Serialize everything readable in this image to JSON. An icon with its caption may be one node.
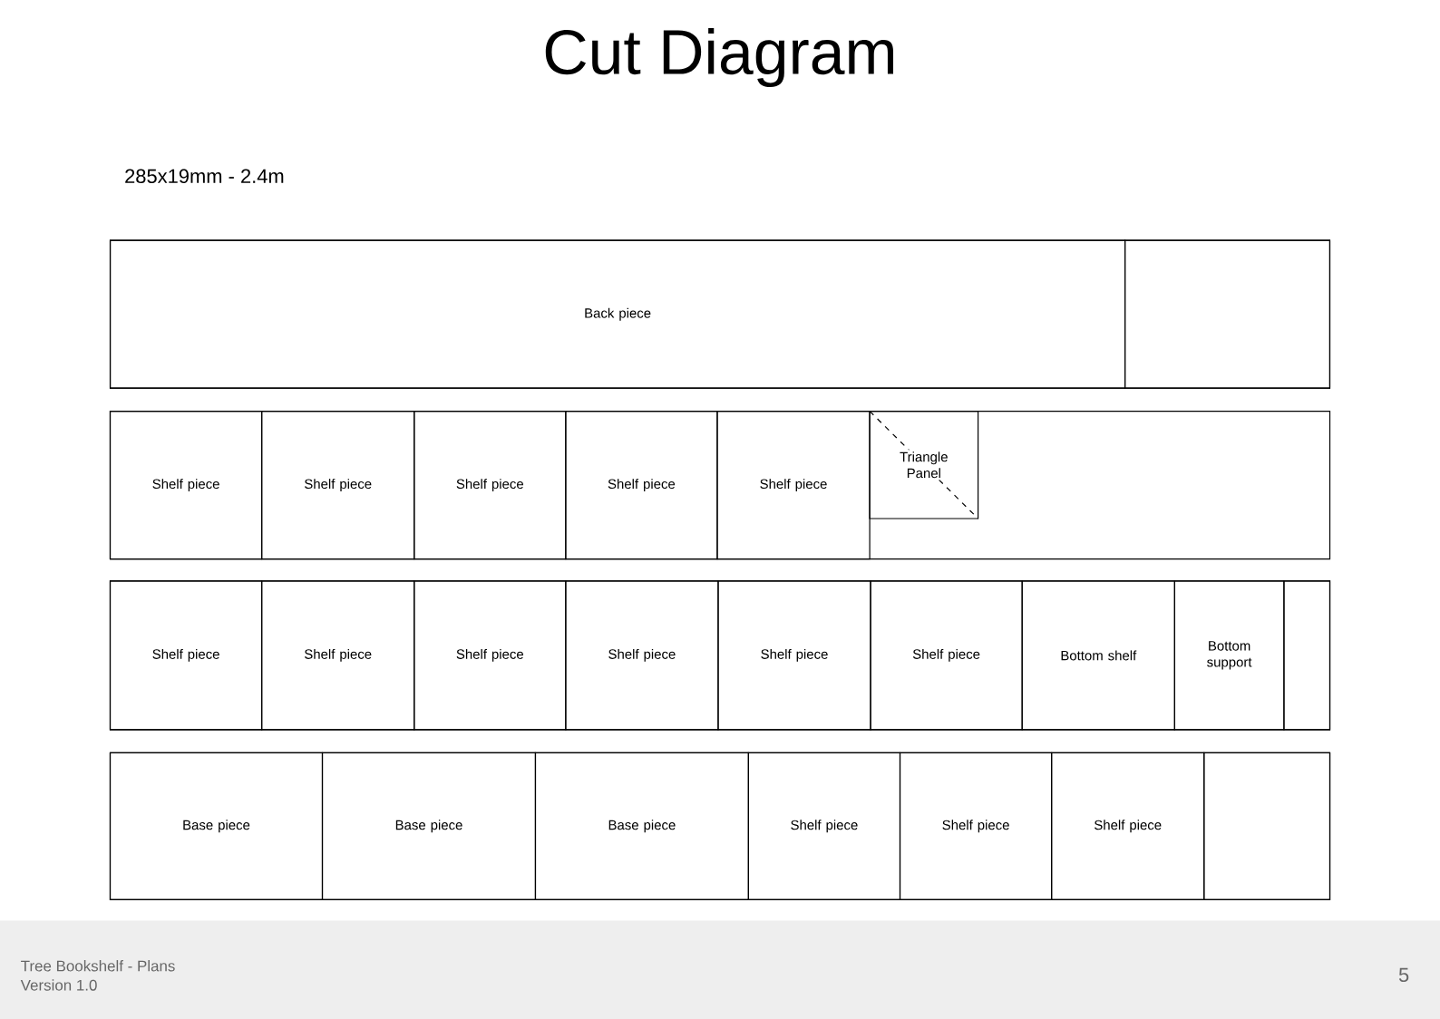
{
  "diagram": {
    "title": "Cut Diagram",
    "nodes": [
      {
        "text": [],
        "shape": "box"
      },
      {
        "text": [
          "Back piece"
        ],
        "in": 0
      },
      {
        "text": [],
        "shape": "box",
        "in": 0
      },
      {
        "text": [],
        "shape": "box"
      },
      {
        "text": [
          "Shelf piece"
        ],
        "in": 3
      },
      {
        "text": [
          "Shelf piece"
        ],
        "in": 3
      },
      {
        "text": [
          "Shelf piece"
        ],
        "in": 3
      },
      {
        "text": [
          "Shelf piece"
        ],
        "in": 3
      },
      {
        "text": [
          "Shelf piece"
        ],
        "in": 3
      },
      {
        "text": [
          "Triangle Panel"
        ],
        "in": 3
      },
      {
        "text": [],
        "shape": "box"
      },
      {
        "text": [
          "Shelf piece"
        ],
        "in": 10
      },
      {
        "text": [
          "Shelf piece"
        ],
        "in": 10
      },
      {
        "text": [
          "Shelf piece"
        ],
        "in": 10
      },
      {
        "text": [
          "Shelf piece"
        ],
        "in": 10
      },
      {
        "text": [
          "Shelf piece"
        ],
        "in": 10
      },
      {
        "text": [
          "Shelf piece"
        ],
        "in": 10
      },
      {
        "text": [
          "Bottom shelf"
        ],
        "in": 10
      },
      {
        "text": [
          "Bottom support"
        ],
        "in": 10
      },
      {
        "text": [],
        "shape": "box",
        "in": 10
      },
      {
        "text": [],
        "shape": "box"
      },
      {
        "text": [
          "Base piece"
        ],
        "in": 20
      },
      {
        "text": [
          "Base piece"
        ],
        "in": 20
      },
      {
        "text": [
          "Base piece"
        ],
        "in": 20
      },
      {
        "text": [
          "Shelf piece"
        ],
        "in": 20
      },
      {
        "text": [
          "Shelf piece"
        ],
        "in": 20
      },
      {
        "text": [
          "Shelf piece"
        ],
        "in": 20
      },
      {
        "text": [],
        "shape": "box",
        "in": 20
      }
    ],
    "labels": [
      "285x19mm - 2.4m",
      "Tree Bookshelf - Plans",
      "Version 1.0",
      "5"
    ]
  }
}
